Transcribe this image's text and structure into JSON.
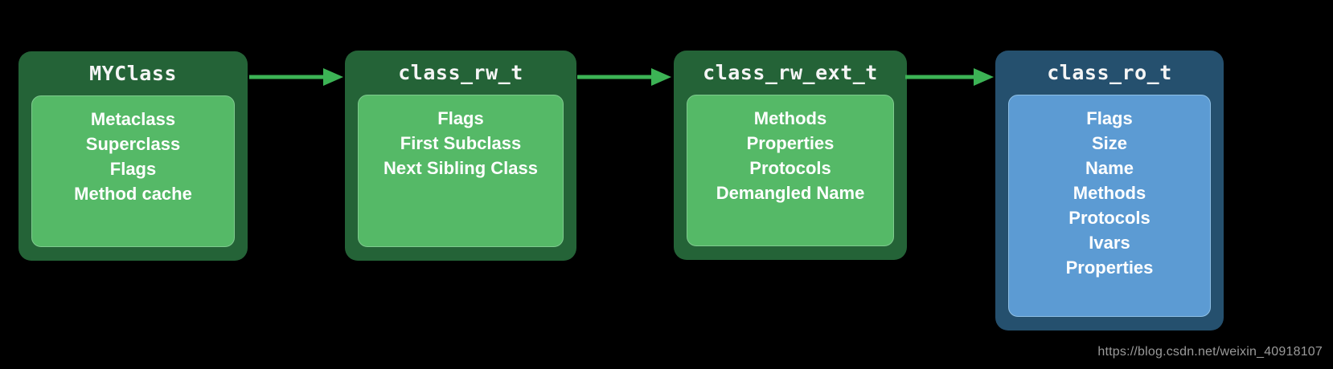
{
  "colors": {
    "bg": "#000000",
    "outer-green": "#246337",
    "inner-green": "#55b967",
    "inner-green-border": "#7fcb8e",
    "outer-blue": "#25506e",
    "inner-blue": "#5c9bd3",
    "inner-blue-border": "#8fc0e6",
    "arrow-green": "#3cb355",
    "title-text": "#f5f5f5",
    "field-text": "#ffffff",
    "watermark-text": "#9a9a9a"
  },
  "diagram": {
    "type": "flow-diagram",
    "direction": "left-to-right",
    "nodes": [
      {
        "id": "myclass",
        "title": "MYClass",
        "theme": "green",
        "fields": [
          "Metaclass",
          "Superclass",
          "Flags",
          "Method cache"
        ]
      },
      {
        "id": "class_rw_t",
        "title": "class_rw_t",
        "theme": "green",
        "fields": [
          "Flags",
          "First Subclass",
          "Next Sibling Class"
        ]
      },
      {
        "id": "class_rw_ext_t",
        "title": "class_rw_ext_t",
        "theme": "green",
        "fields": [
          "Methods",
          "Properties",
          "Protocols",
          "Demangled Name"
        ]
      },
      {
        "id": "class_ro_t",
        "title": "class_ro_t",
        "theme": "blue",
        "fields": [
          "Flags",
          "Size",
          "Name",
          "Methods",
          "Protocols",
          "Ivars",
          "Properties"
        ]
      }
    ],
    "connections": [
      {
        "from": "myclass",
        "to": "class_rw_t"
      },
      {
        "from": "class_rw_t",
        "to": "class_rw_ext_t"
      },
      {
        "from": "class_rw_ext_t",
        "to": "class_ro_t"
      }
    ]
  },
  "watermark": {
    "text": "https://blog.csdn.net/weixin_40918107"
  }
}
